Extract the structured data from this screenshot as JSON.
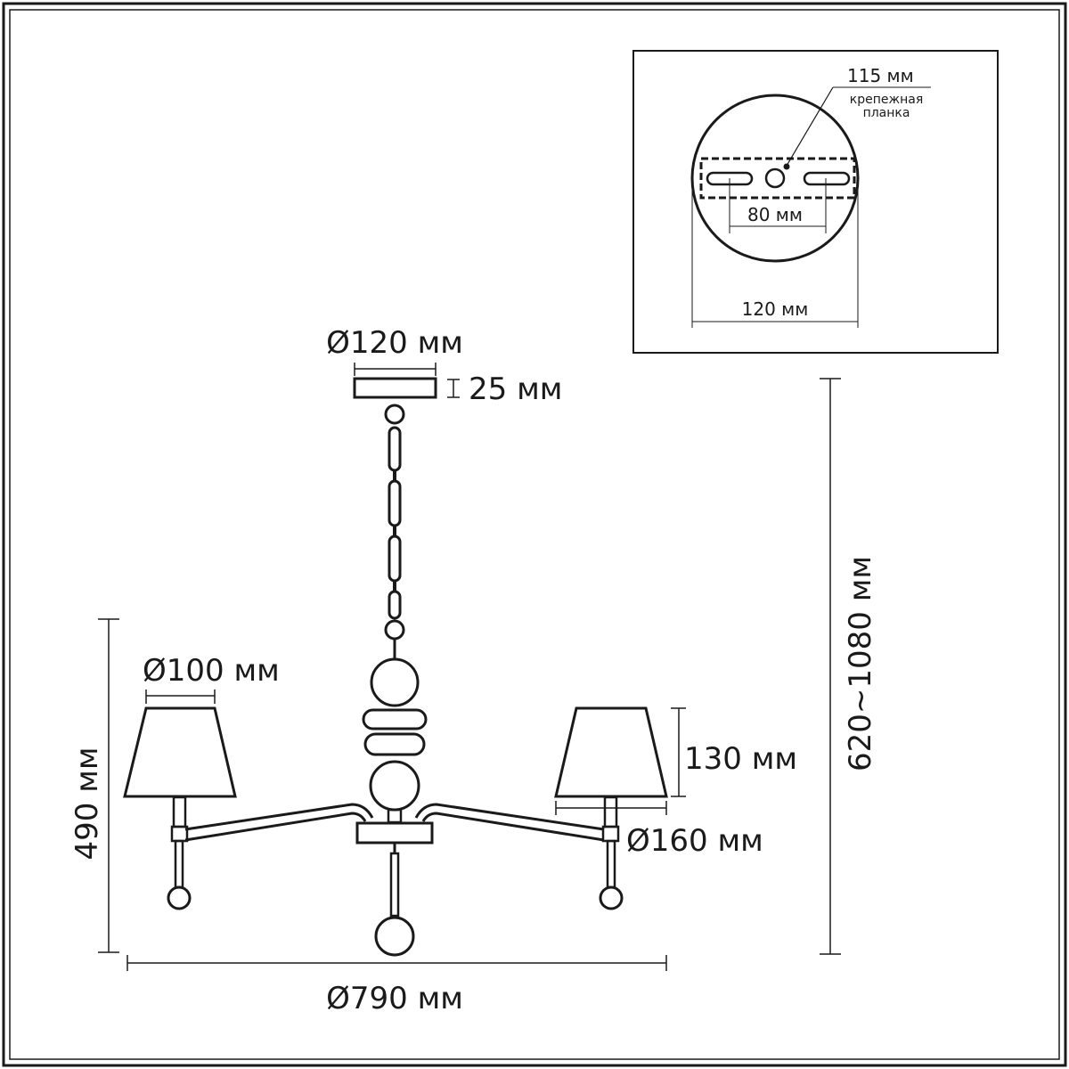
{
  "dimensions": {
    "canopy_diameter": "Ø120 мм",
    "canopy_height": "25 мм",
    "total_height": "620~1080 мм",
    "body_height": "490 мм",
    "shade_top_diameter": "Ø100 мм",
    "shade_height": "130 мм",
    "shade_bottom_diameter": "Ø160 мм",
    "total_diameter": "Ø790 мм"
  },
  "inset": {
    "plate_length": "115 мм",
    "plate_label_line1": "крепежная",
    "plate_label_line2": "планка",
    "hole_spacing": "80 мм",
    "base_diameter": "120 мм"
  },
  "colors": {
    "line": "#1a1a1a",
    "background": "#ffffff"
  }
}
